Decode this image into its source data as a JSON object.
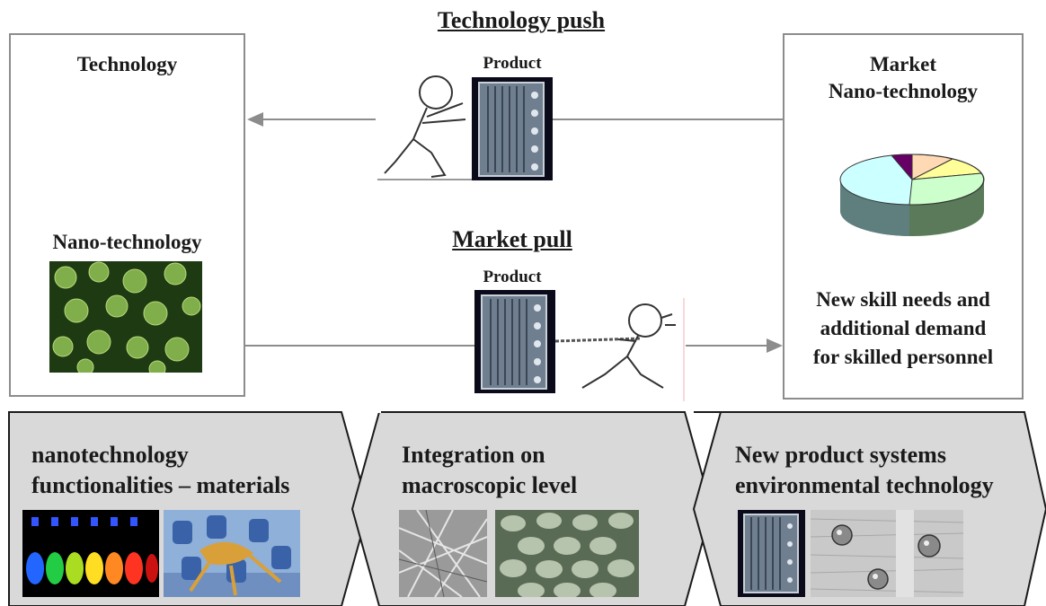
{
  "headings": {
    "technology_push": "Technology push",
    "market_pull": "Market pull"
  },
  "left_box": {
    "title": "Technology",
    "subtitle": "Nano-technology"
  },
  "right_box": {
    "title_line1": "Market",
    "title_line2": "Nano-technology",
    "text_line1": "New skill needs and",
    "text_line2": "additional demand",
    "text_line3": "for skilled personnel"
  },
  "push_product_label": "Product",
  "pull_product_label": "Product",
  "stages": [
    {
      "line1": "nanotechnology",
      "line2": "functionalities – materials"
    },
    {
      "line1": "Integration on",
      "line2": "macroscopic level"
    },
    {
      "line1": "New product systems",
      "line2": "environmental technology"
    }
  ],
  "pie_colors": [
    "#ffd9b3",
    "#ffff99",
    "#ccffcc",
    "#ccffff",
    "#660066"
  ]
}
